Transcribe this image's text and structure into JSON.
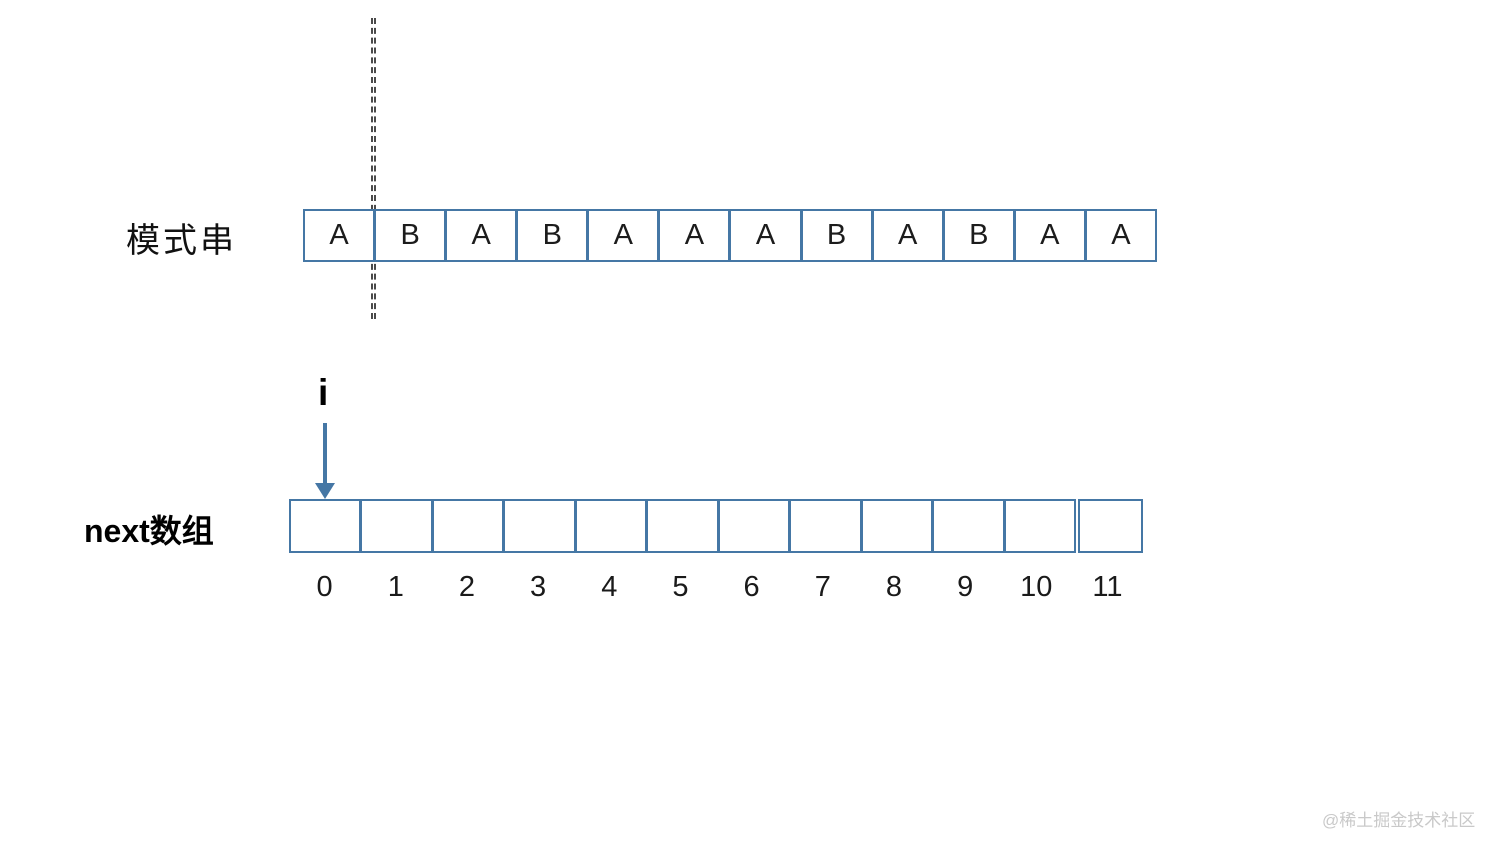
{
  "diagram": {
    "title_context": "KMP next array construction diagram",
    "pattern_row": {
      "label": "模式串",
      "cells": [
        "A",
        "B",
        "A",
        "B",
        "A",
        "A",
        "A",
        "B",
        "A",
        "B",
        "A",
        "A"
      ]
    },
    "pointer": {
      "label": "i",
      "points_to_index": "0"
    },
    "next_row": {
      "label": "next数组",
      "cells": [
        "",
        "",
        "",
        "",
        "",
        "",
        "",
        "",
        "",
        "",
        "",
        ""
      ],
      "indices": [
        "0",
        "1",
        "2",
        "3",
        "4",
        "5",
        "6",
        "7",
        "8",
        "9",
        "10",
        "11"
      ]
    },
    "colors": {
      "cell_border": "#4577a5",
      "arrow": "#4577a5",
      "dashed_line": "#4a4a4a",
      "text": "#1a1a1a",
      "watermark": "#c9c9c9"
    },
    "watermark": "@稀土掘金技术社区"
  }
}
